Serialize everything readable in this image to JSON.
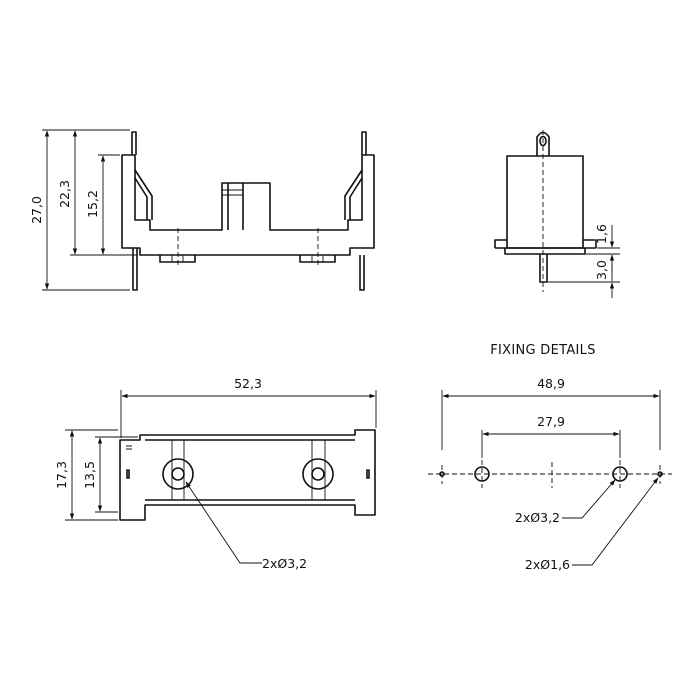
{
  "section_title": "FIXING DETAILS",
  "dims": {
    "overall_height": "27,0",
    "height_22": "22,3",
    "height_15": "15,2",
    "side_1_6": "1,6",
    "side_3_0": "3,0",
    "length": "52,3",
    "width_17": "17,3",
    "width_13": "13,5",
    "fix_outer": "48,9",
    "fix_inner": "27,9"
  },
  "callouts": {
    "holes_bottom": "2xØ3,2",
    "holes_fix": "2xØ3,2",
    "pins_fix": "2xØ1,6"
  }
}
